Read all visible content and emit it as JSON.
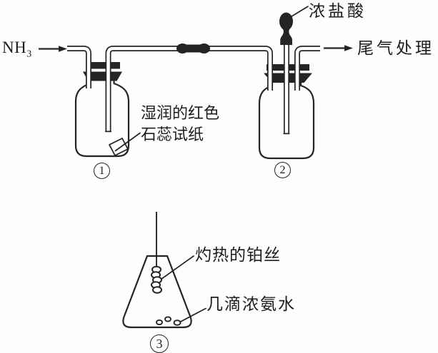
{
  "colors": {
    "ink": "#242424",
    "paper": "#fefefe"
  },
  "diagram": {
    "inlet": {
      "gas_formula": "NH",
      "gas_subscript": "3"
    },
    "bottle1": {
      "number": "1",
      "litmus_label_line1": "湿润的红色",
      "litmus_label_line2": "石蕊试纸"
    },
    "bottle2": {
      "number": "2",
      "dropper_label": "浓盐酸",
      "outlet_label": "尾气处理"
    },
    "flask": {
      "number": "3",
      "wire_label": "灼热的铂丝",
      "drops_label": "几滴浓氨水"
    }
  }
}
